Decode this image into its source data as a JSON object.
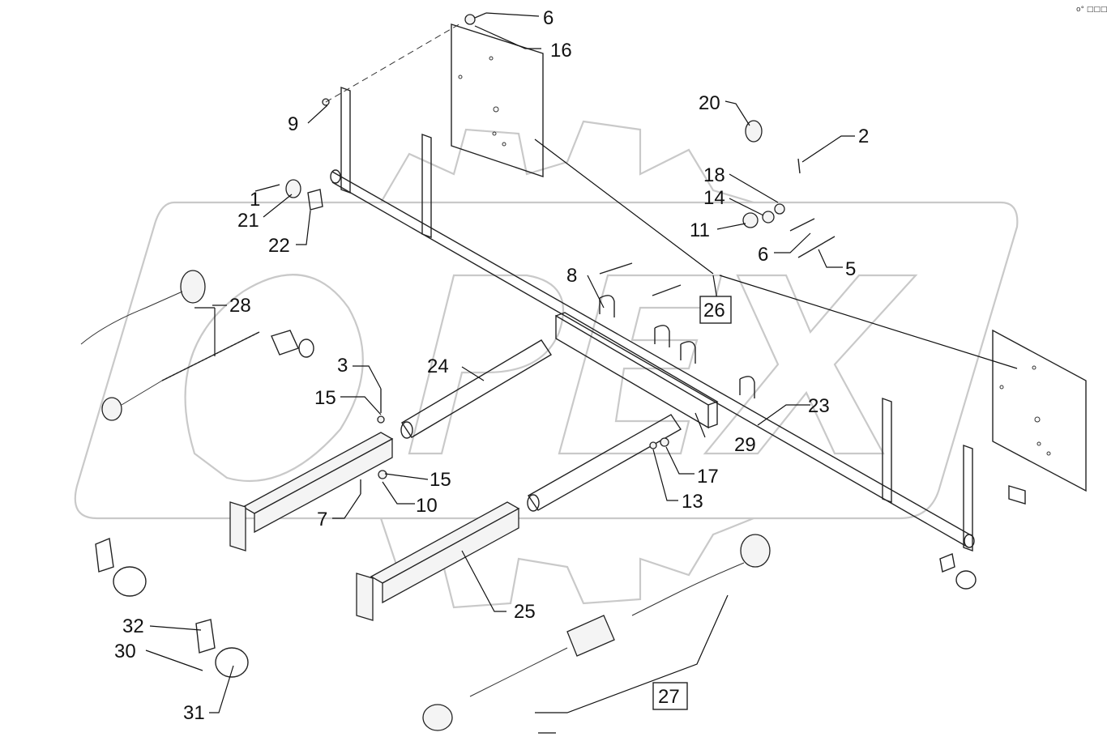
{
  "corner_mark": "o° □□□",
  "watermark": "OPEX",
  "callouts": [
    {
      "id": "c1",
      "text": "1"
    },
    {
      "id": "c2",
      "text": "2"
    },
    {
      "id": "c3",
      "text": "3"
    },
    {
      "id": "c5",
      "text": "5"
    },
    {
      "id": "c6a",
      "text": "6"
    },
    {
      "id": "c6b",
      "text": "6"
    },
    {
      "id": "c7",
      "text": "7"
    },
    {
      "id": "c8",
      "text": "8"
    },
    {
      "id": "c9",
      "text": "9"
    },
    {
      "id": "c10",
      "text": "10"
    },
    {
      "id": "c11",
      "text": "11"
    },
    {
      "id": "c13",
      "text": "13"
    },
    {
      "id": "c14",
      "text": "14"
    },
    {
      "id": "c15a",
      "text": "15"
    },
    {
      "id": "c15b",
      "text": "15"
    },
    {
      "id": "c16",
      "text": "16"
    },
    {
      "id": "c17",
      "text": "17"
    },
    {
      "id": "c18",
      "text": "18"
    },
    {
      "id": "c20",
      "text": "20"
    },
    {
      "id": "c21",
      "text": "21"
    },
    {
      "id": "c22",
      "text": "22"
    },
    {
      "id": "c23",
      "text": "23"
    },
    {
      "id": "c24",
      "text": "24"
    },
    {
      "id": "c25",
      "text": "25"
    },
    {
      "id": "c26",
      "text": "26"
    },
    {
      "id": "c27",
      "text": "27"
    },
    {
      "id": "c28",
      "text": "28"
    },
    {
      "id": "c29",
      "text": "29"
    },
    {
      "id": "c30",
      "text": "30"
    },
    {
      "id": "c31",
      "text": "31"
    },
    {
      "id": "c32",
      "text": "32"
    }
  ]
}
